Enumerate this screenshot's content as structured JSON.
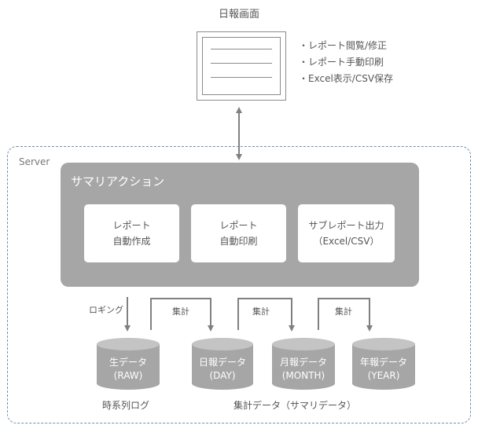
{
  "header": {
    "title": "日報画面"
  },
  "features": [
    "・レポート閲覧/修正",
    "・レポート手動印刷",
    "・Excel表示/CSV保存"
  ],
  "server": {
    "label": "Server",
    "panel_title": "サマリアクション",
    "actions": [
      {
        "line1": "レポート",
        "line2": "自動作成"
      },
      {
        "line1": "レポート",
        "line2": "自動印刷"
      },
      {
        "line1": "サブレポート出力",
        "line2": "（Excel/CSV）"
      }
    ],
    "flows": {
      "logging": "ロギング",
      "aggregate_1": "集計",
      "aggregate_2": "集計",
      "aggregate_3": "集計"
    },
    "stores": [
      {
        "line1": "生データ",
        "line2": "(RAW)"
      },
      {
        "line1": "日報データ",
        "line2": "(DAY)"
      },
      {
        "line1": "月報データ",
        "line2": "(MONTH)"
      },
      {
        "line1": "年報データ",
        "line2": "(YEAR)"
      }
    ],
    "captions": {
      "timeseries": "時系列ログ",
      "aggregate": "集計データ（サマリデータ）"
    }
  },
  "colors": {
    "panel": "#a6a6a6",
    "cylinder_body": "#a6a6a6",
    "cylinder_top": "#c4c4c4",
    "arrow": "#808080",
    "dashed_border": "#6f8fb0"
  }
}
